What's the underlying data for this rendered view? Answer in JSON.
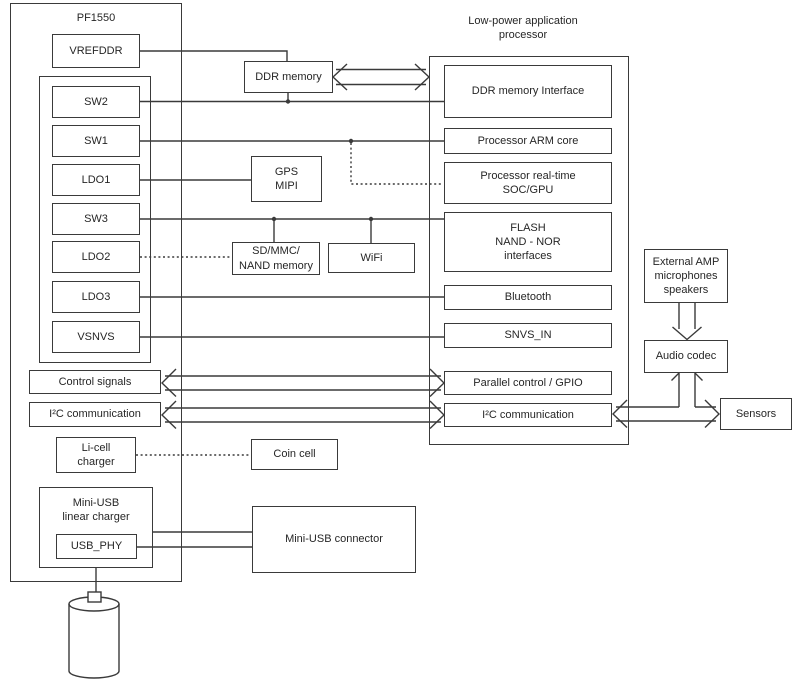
{
  "colors": {
    "line": "#3a3a3a",
    "text": "#262626",
    "background": "#ffffff"
  },
  "pf1550": {
    "title": "PF1550",
    "vrefddr": "VREFDDR",
    "sw2": "SW2",
    "sw1": "SW1",
    "ldo1": "LDO1",
    "sw3": "SW3",
    "ldo2": "LDO2",
    "ldo3": "LDO3",
    "vsnvs": "VSNVS",
    "control_signals": "Control signals",
    "i2c": "I²C communication",
    "li_cell_charger": "Li-cell\ncharger",
    "mini_usb_charger": "Mini-USB\nlinear charger",
    "usb_phy": "USB_PHY"
  },
  "peripherals": {
    "ddr_memory": "DDR memory",
    "gps_mipi": "GPS\nMIPI",
    "sd_mmc": "SD/MMC/\nNAND memory",
    "wifi": "WiFi",
    "coin_cell": "Coin cell",
    "mini_usb_connector": "Mini-USB connector",
    "external_amp": "External AMP\nmicrophones\nspeakers",
    "audio_codec": "Audio codec",
    "sensors": "Sensors"
  },
  "processor": {
    "title": "Low-power application\nprocessor",
    "ddr_interface": "DDR memory Interface",
    "arm_core": "Processor ARM core",
    "soc_gpu": "Processor real-time\nSOC/GPU",
    "flash": "FLASH\nNAND - NOR\ninterfaces",
    "bluetooth": "Bluetooth",
    "snvs_in": "SNVS_IN",
    "parallel_gpio": "Parallel control / GPIO",
    "i2c": "I²C communication"
  }
}
